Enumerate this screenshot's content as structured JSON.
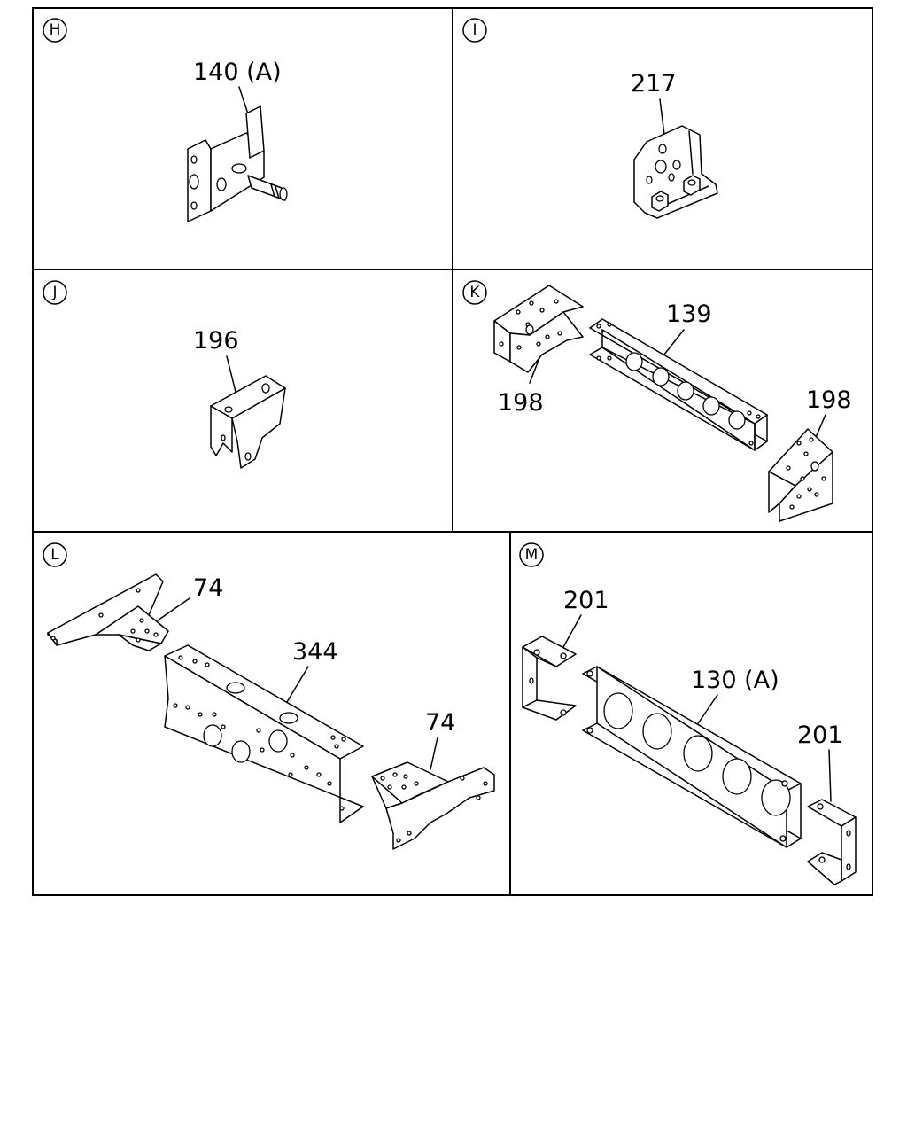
{
  "panels": {
    "H": {
      "letter": "H",
      "parts": [
        "140 (A)"
      ]
    },
    "I": {
      "letter": "I",
      "parts": [
        "217"
      ]
    },
    "J": {
      "letter": "J",
      "parts": [
        "196"
      ]
    },
    "K": {
      "letter": "K",
      "parts": [
        "139",
        "198",
        "198"
      ]
    },
    "L": {
      "letter": "L",
      "parts": [
        "74",
        "344",
        "74"
      ]
    },
    "M": {
      "letter": "M",
      "parts": [
        "201",
        "130 (A)",
        "201"
      ]
    }
  }
}
